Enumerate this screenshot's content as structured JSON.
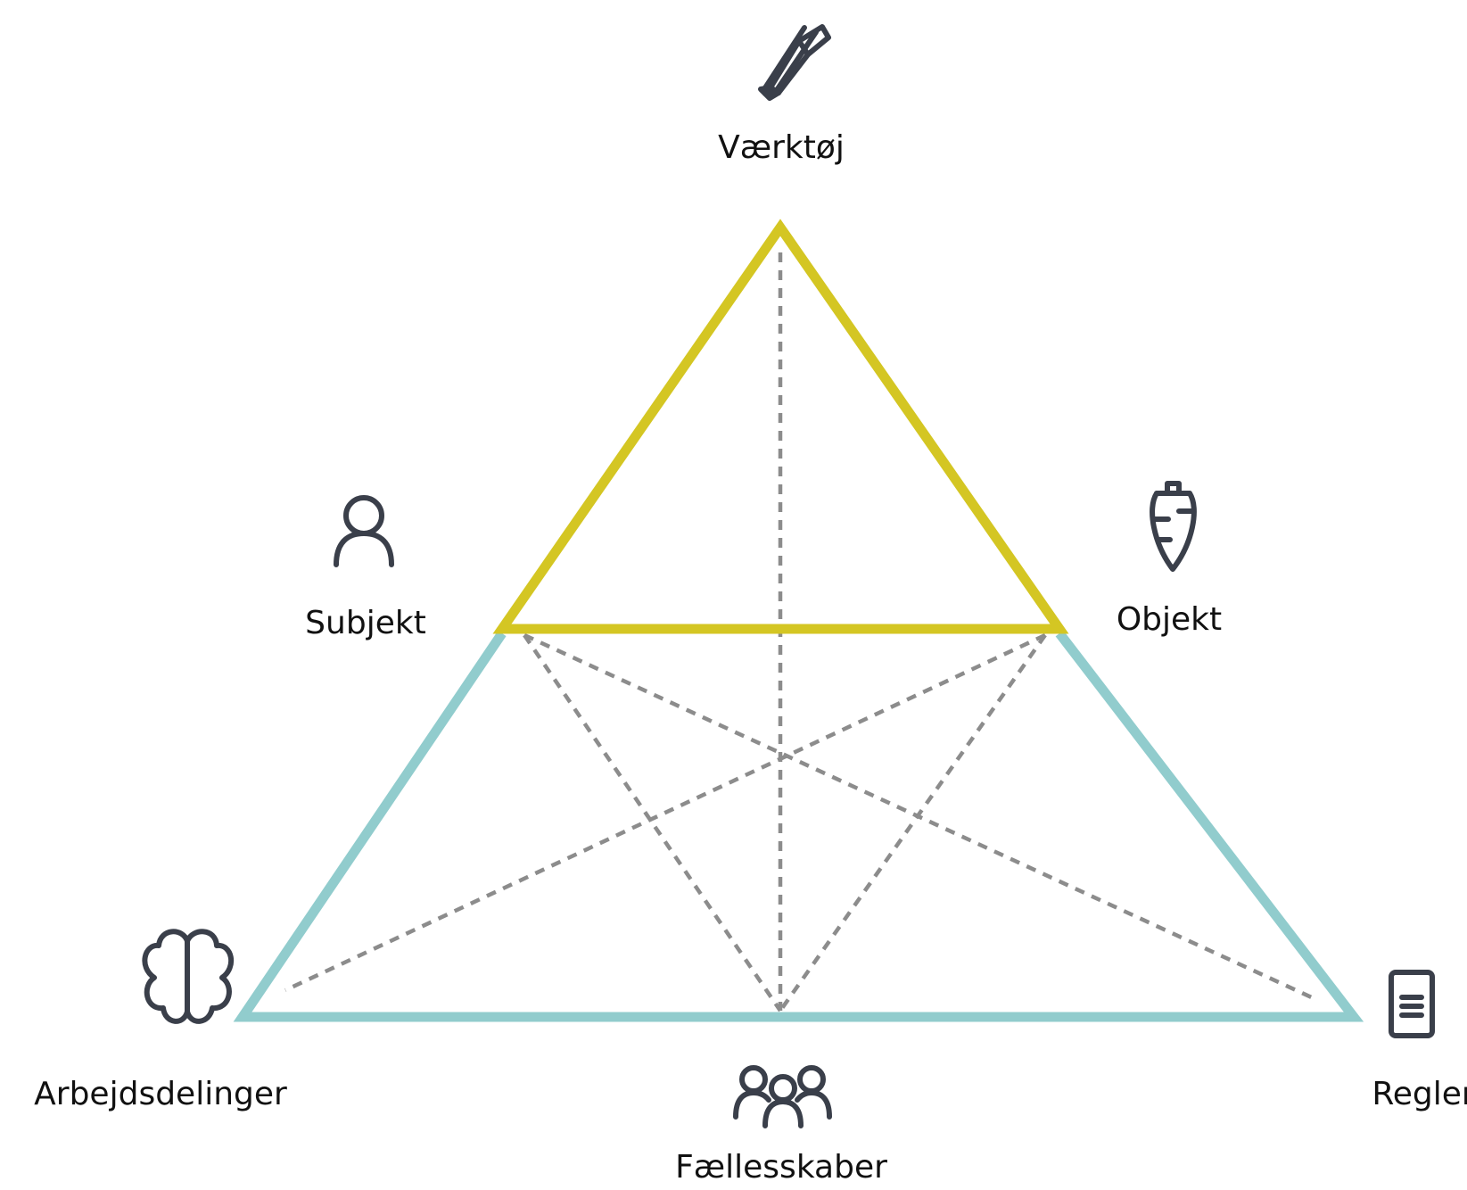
{
  "nodes": {
    "tools": {
      "label": "Værktøj",
      "icon": "pencil-icon"
    },
    "subject": {
      "label": "Subjekt",
      "icon": "person-icon"
    },
    "object": {
      "label": "Objekt",
      "icon": "carrot-icon"
    },
    "division": {
      "label": "Arbejdsdelinger",
      "icon": "brain-icon"
    },
    "community": {
      "label": "Fællesskaber",
      "icon": "group-icon"
    },
    "rules": {
      "label": "Regler",
      "icon": "document-icon"
    }
  },
  "colors": {
    "upper_triangle": "#d4c623",
    "lower_triangle": "#91cccd",
    "dashed_lines": "#8c8c8c",
    "icons": "#3a3f4a",
    "text": "#111111"
  }
}
